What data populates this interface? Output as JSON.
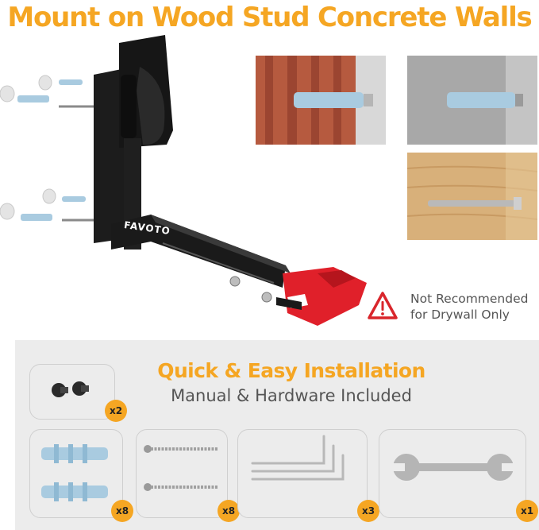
{
  "headline": "Mount on Wood Stud Concrete Walls",
  "brand_logo": "FAVOTO",
  "warning": {
    "icon": "warning-triangle-icon",
    "line1": "Not Recommended",
    "line2": "for Drywall Only",
    "color": "#d9262c"
  },
  "install": {
    "title": "Quick & Easy Installation",
    "subtitle": "Manual & Hardware Included",
    "items": [
      {
        "icon": "bolt-icon",
        "count": "x2"
      },
      {
        "icon": "wall-anchor-icon",
        "count": "x8"
      },
      {
        "icon": "screw-icon",
        "count": "x8"
      },
      {
        "icon": "hex-key-icon",
        "count": "x3"
      },
      {
        "icon": "wrench-icon",
        "count": "x1"
      }
    ]
  },
  "colors": {
    "accent": "#f5a623",
    "panel": "#ececec",
    "bracket": "#1c1c1c",
    "cradle": "#e0202a"
  }
}
